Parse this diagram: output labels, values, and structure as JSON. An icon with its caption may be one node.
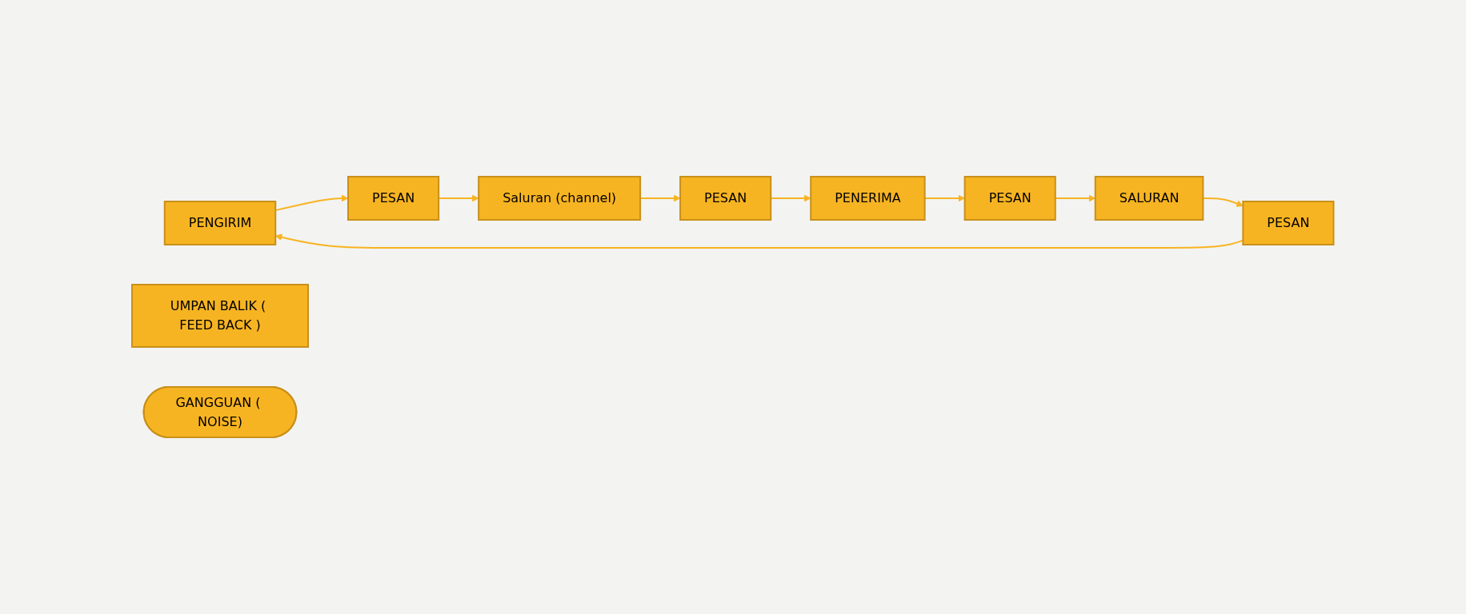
{
  "diagram": {
    "nodes": [
      {
        "text": [
          "PENGIRIM"
        ]
      },
      {
        "text": [
          "PESAN"
        ]
      },
      {
        "text": [
          "Saluran (channel)"
        ]
      },
      {
        "text": [
          "PESAN"
        ]
      },
      {
        "text": [
          "PENERIMA"
        ]
      },
      {
        "text": [
          "UMPAN BALIK ( FEED BACK )"
        ]
      },
      {
        "text": [
          "GANGGUAN ( NOISE)"
        ]
      },
      {
        "text": [
          "PESAN"
        ]
      },
      {
        "text": [
          "SALURAN"
        ]
      },
      {
        "text": [
          "PESAN"
        ]
      }
    ],
    "edges": [
      {
        "from": 0,
        "to": 1,
        "arrow": "to"
      },
      {
        "from": 1,
        "to": 2,
        "arrow": "to"
      },
      {
        "from": 2,
        "to": 3,
        "arrow": "to"
      },
      {
        "from": 3,
        "to": 4,
        "arrow": "to"
      },
      {
        "from": 4,
        "to": 9,
        "arrow": "to"
      },
      {
        "from": 9,
        "to": 8,
        "arrow": "to"
      },
      {
        "from": 8,
        "to": 7,
        "arrow": "to"
      },
      {
        "from": 7,
        "to": 0,
        "arrow": "to"
      }
    ]
  }
}
